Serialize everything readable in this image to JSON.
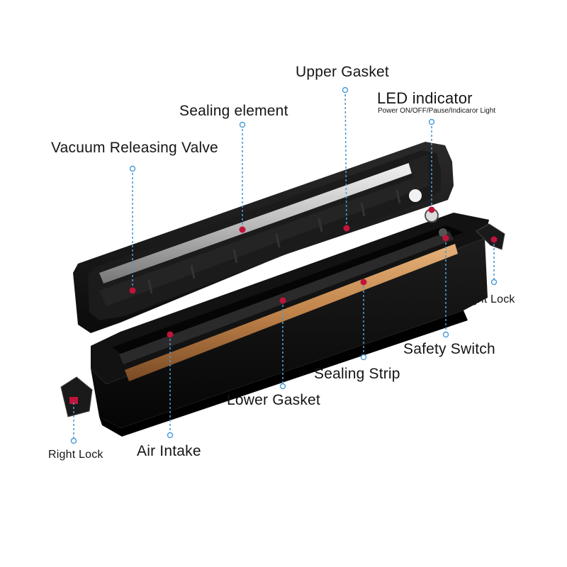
{
  "labels": {
    "upper_gasket": "Upper Gasket",
    "led_indicator": "LED indicator",
    "led_sub": "Power ON/OFF/Pause/Indicaror Light",
    "sealing_element": "Sealing element",
    "vacuum_valve": "Vacuum Releasing Valve",
    "right_lock_top": "Right Lock",
    "safety_switch": "Safety Switch",
    "sealing_strip": "Sealing Strip",
    "lower_gasket": "Lower Gasket",
    "right_lock_bottom": "Right Lock",
    "air_intake": "Air Intake"
  },
  "colors": {
    "leader": "#4a9ad6",
    "marker": "#c0143c",
    "body": "#141414",
    "strip": "#c58a4e"
  }
}
